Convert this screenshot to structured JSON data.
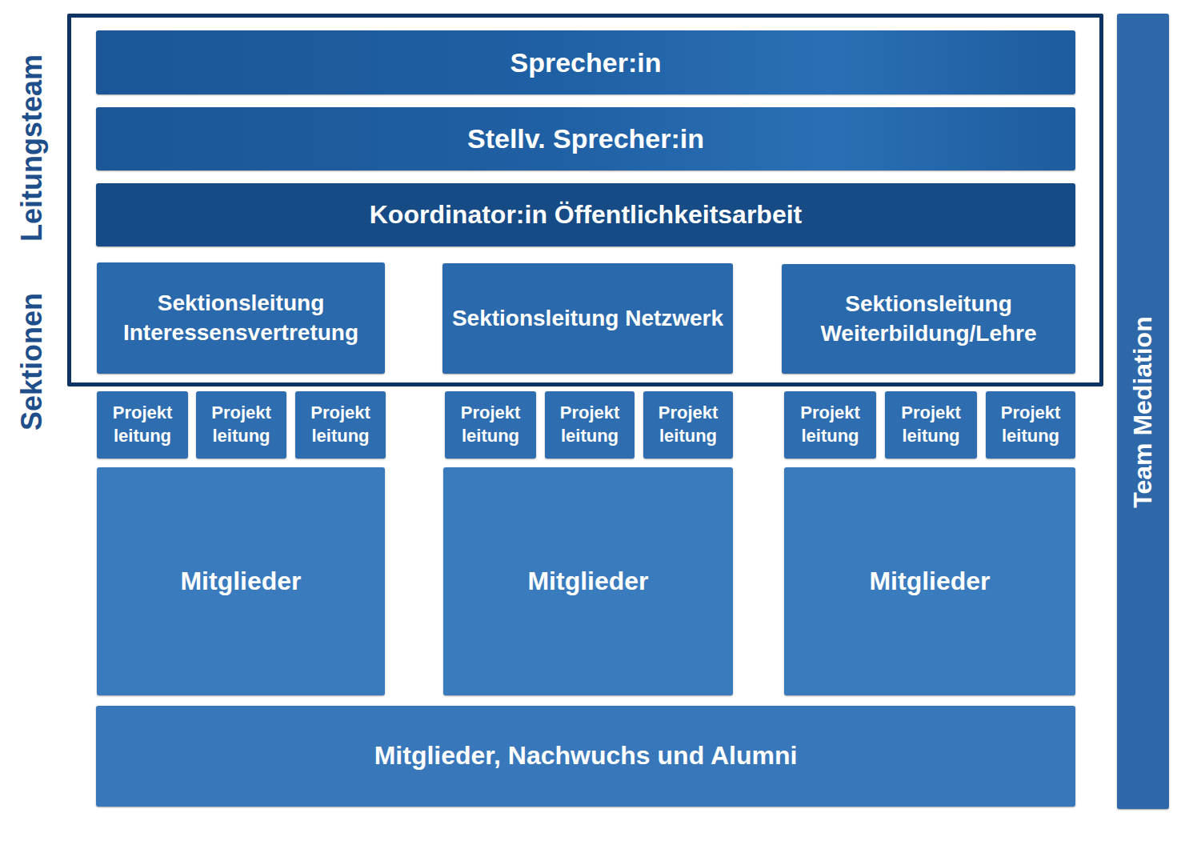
{
  "diagram": {
    "nodes": [
      {
        "text": [
          "Leitungsteam"
        ]
      },
      {
        "text": [
          "Sprecher:in"
        ],
        "in": 0
      },
      {
        "text": [
          "Stellv. Sprecher:in"
        ],
        "in": 0
      },
      {
        "text": [
          "Koordinator:in Öffentlichkeitsarbeit"
        ],
        "in": 0
      },
      {
        "text": [
          "Sektionsleitung Interessensvertretung"
        ],
        "in": 0
      },
      {
        "text": [
          "Sektionsleitung Netzwerk"
        ],
        "in": 0
      },
      {
        "text": [
          "Sektionsleitung Weiterbildung/Lehre"
        ],
        "in": 0
      },
      {
        "text": [
          "Projekt leitung"
        ]
      },
      {
        "text": [
          "Projekt leitung"
        ]
      },
      {
        "text": [
          "Projekt leitung"
        ]
      },
      {
        "text": [
          "Projekt leitung"
        ]
      },
      {
        "text": [
          "Projekt leitung"
        ]
      },
      {
        "text": [
          "Projekt leitung"
        ]
      },
      {
        "text": [
          "Projekt leitung"
        ]
      },
      {
        "text": [
          "Projekt leitung"
        ]
      },
      {
        "text": [
          "Projekt leitung"
        ]
      },
      {
        "text": [
          "Mitglieder"
        ]
      },
      {
        "text": [
          "Mitglieder"
        ]
      },
      {
        "text": [
          "Mitglieder"
        ]
      },
      {
        "text": [
          "Mitglieder, Nachwuchs und Alumni"
        ]
      },
      {
        "text": [
          "Team Mediation"
        ]
      }
    ],
    "labels": [
      "Sektionen"
    ]
  }
}
